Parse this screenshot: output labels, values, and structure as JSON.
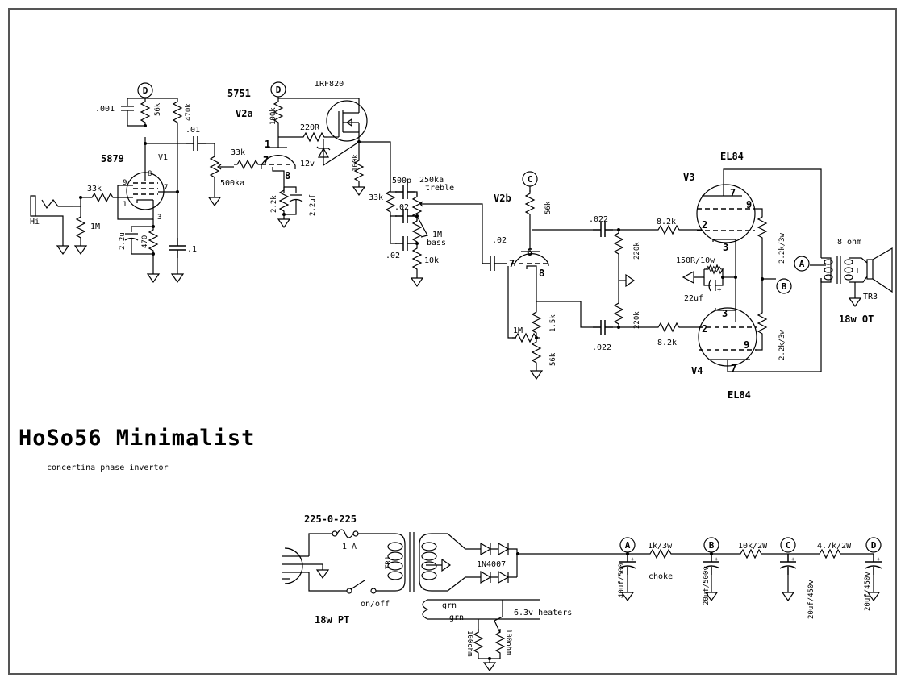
{
  "title": "HoSo56 Minimalist",
  "subtitle": "concertina phase invertor",
  "nodes": {
    "A": "A",
    "B": "B",
    "C": "C",
    "D": "D"
  },
  "input": {
    "jack_label": "Hi",
    "grid_stopper": "33k",
    "grid_leak": "1M"
  },
  "v1": {
    "tube": "5879",
    "ref": "V1",
    "pins": {
      "p1": "1",
      "p3": "3",
      "p7": "7",
      "p8": "8",
      "p9": "9"
    },
    "plate_cap": ".001",
    "plate_res": "56k",
    "screen_res": "470k",
    "screen_cap": ".1",
    "cathode_res": "470",
    "cathode_cap": "2.2u",
    "coupling_cap": ".01",
    "volume_pot": "500ka"
  },
  "v2a": {
    "tube": "5751",
    "ref": "V2a",
    "pins": {
      "p1": "1",
      "p7": "7",
      "p8": "8"
    },
    "grid_res": "33k",
    "plate_res": "100k",
    "cathode_res": "2.2k",
    "cathode_cap": "2.2uf",
    "gate_res": "220R",
    "zener": "12v",
    "mosfet": "IRF820",
    "source_res": "100k"
  },
  "tonestack": {
    "slope_res": "33k",
    "treble_cap": "500p",
    "treble_pot": "250ka",
    "treble_label": "treble",
    "bass_cap": ".02",
    "mid_cap": ".02",
    "bass_pot": "1M",
    "bass_label": "bass",
    "mid_res": "10k"
  },
  "v2b": {
    "ref": "V2b",
    "pins": {
      "p6": "6",
      "p7": "7",
      "p8": "8"
    },
    "input_cap": ".02",
    "plate_res": "56k",
    "cathode_res": "1.5k",
    "tail_res": "56k",
    "bias_res": "1M",
    "cap_top": ".022",
    "cap_bottom": ".022",
    "grid_res_top": "220k",
    "grid_res_bottom": "220k"
  },
  "power_tubes": {
    "v3_type": "EL84",
    "v3_ref": "V3",
    "v4_type": "EL84",
    "v4_ref": "V4",
    "v3_pins": {
      "p2": "2",
      "p3": "3",
      "p7": "7",
      "p9": "9"
    },
    "v4_pins": {
      "p2": "2",
      "p3": "3",
      "p7": "7",
      "p9": "9"
    },
    "grid_stopper_top": "8.2k",
    "grid_stopper_bottom": "8.2k",
    "screen_res_top": "2.2k/3w",
    "screen_res_bottom": "2.2k/3w",
    "cathode_res": "150R/10w",
    "cathode_cap": "22uf"
  },
  "output": {
    "impedance": "8 ohm",
    "secondary_label": "T",
    "ref": "TR3",
    "label": "18w OT"
  },
  "power_supply": {
    "pt_voltage": "225-0-225",
    "fuse": "1 A",
    "pt_ref": "TR1",
    "switch": "on/off",
    "pt_label": "18w PT",
    "rectifier": "1N4007",
    "heater_wire1": "grn",
    "heater_wire2": "grn",
    "heater_label": "6.3v heaters",
    "heater_res1": "100ohm",
    "heater_res2": "100ohm",
    "filter_cap_a": "40uf/500",
    "choke_res": "1k/3w",
    "choke_label": "choke",
    "filter_cap_b": "20uf/500v",
    "res_bc": "10k/2W",
    "filter_cap_c": "20uf/450v",
    "res_cd": "4.7k/2W",
    "filter_cap_d": "20uf/450v"
  }
}
